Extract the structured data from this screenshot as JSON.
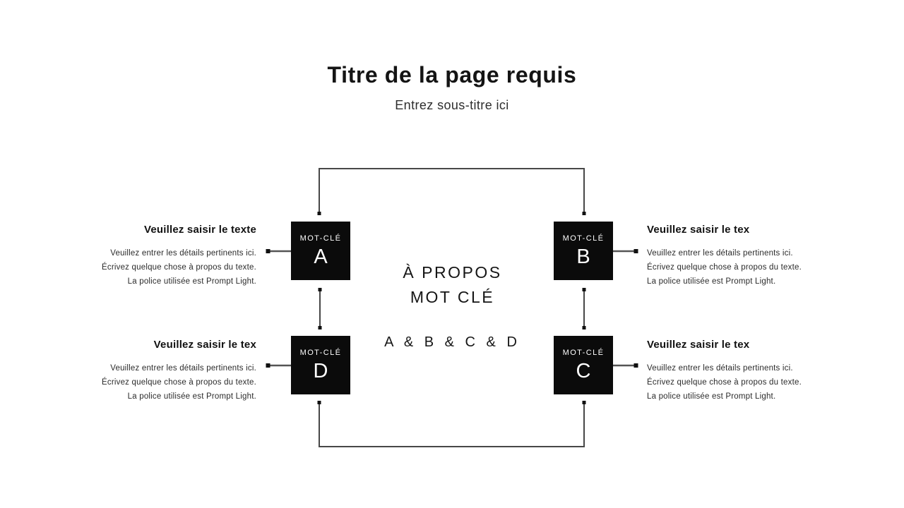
{
  "header": {
    "title": "Titre de la page requis",
    "subtitle": "Entrez sous-titre ici"
  },
  "about": {
    "line1": "À PROPOS",
    "line2": "MOT CLÉ",
    "combo": "A & B & C & D"
  },
  "boxes": {
    "a": {
      "label": "MOT-CLÉ",
      "letter": "A"
    },
    "b": {
      "label": "MOT-CLÉ",
      "letter": "B"
    },
    "c": {
      "label": "MOT-CLÉ",
      "letter": "C"
    },
    "d": {
      "label": "MOT-CLÉ",
      "letter": "D"
    }
  },
  "blocks": {
    "left_top": {
      "heading": "Veuillez saisir le texte",
      "lines": [
        "Veuillez entrer les détails pertinents ici.",
        "Écrivez quelque chose à propos du texte.",
        "La police utilisée est Prompt Light."
      ]
    },
    "right_top": {
      "heading": "Veuillez saisir le tex",
      "lines": [
        "Veuillez entrer les détails pertinents ici.",
        "Écrivez quelque chose à propos du texte.",
        "La police utilisée est Prompt Light."
      ]
    },
    "left_bottom": {
      "heading": "Veuillez saisir le tex",
      "lines": [
        "Veuillez entrer les détails pertinents ici.",
        "Écrivez quelque chose à propos du texte.",
        "La police utilisée est Prompt Light."
      ]
    },
    "right_bottom": {
      "heading": "Veuillez saisir le tex",
      "lines": [
        "Veuillez entrer les détails pertinents ici.",
        "Écrivez quelque chose à propos du texte.",
        "La police utilisée est Prompt Light."
      ]
    }
  },
  "colors": {
    "background": "#ffffff",
    "box_background": "#0b0b0b",
    "box_text": "#ffffff",
    "connector_line": "#474747",
    "arrow_dot": "#111111",
    "text_primary": "#141414",
    "text_secondary": "#2b2b2b"
  }
}
